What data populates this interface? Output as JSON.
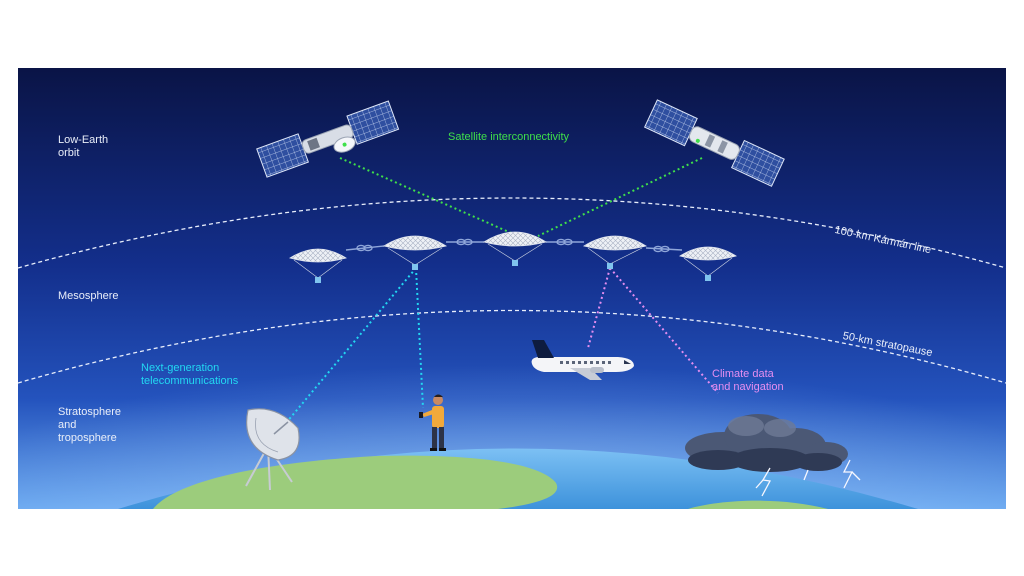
{
  "diagram": {
    "layers": {
      "leo": "Low-Earth\norbit",
      "mesosphere": "Mesosphere",
      "strat": "Stratosphere\nand\ntroposphere"
    },
    "lines": {
      "karman": "100-km Kármán line",
      "stratopause": "50-km stratopause"
    },
    "links": {
      "satellite": "Satellite interconnectivity",
      "telecom": "Next-generation\ntelecommunications",
      "climate": "Climate data\nand navigation"
    },
    "colors": {
      "sky_top": "#0a1446",
      "sky_mid": "#1b3fa8",
      "sky_horizon": "#6aa8f0",
      "land": "#9ccc7c",
      "ocean": "#4fa6e6",
      "satellite_link": "#3fe04a",
      "telecom_link": "#22d8f2",
      "climate_link": "#e58ef0"
    },
    "icons": [
      "satellite-icon",
      "balloon-icon",
      "chain-link-icon",
      "dish-antenna-icon",
      "person-phone-icon",
      "airplane-icon",
      "storm-cloud-icon",
      "lightning-icon"
    ]
  }
}
